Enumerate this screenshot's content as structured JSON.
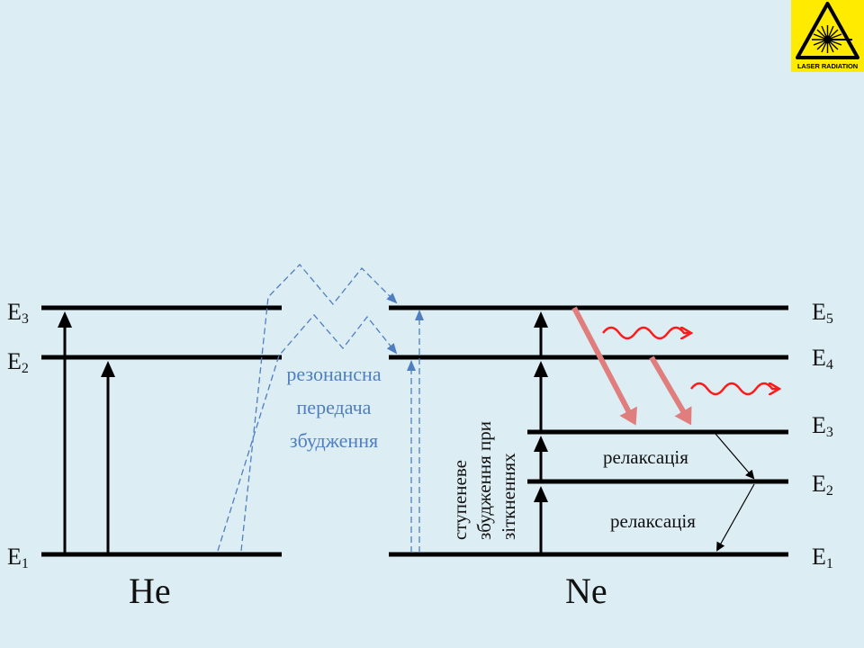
{
  "he_levels": [
    {
      "main": "E",
      "sub": "3"
    },
    {
      "main": "E",
      "sub": "2"
    },
    {
      "main": "E",
      "sub": "1"
    }
  ],
  "ne_levels": [
    {
      "main": "E",
      "sub": "5"
    },
    {
      "main": "E",
      "sub": "4"
    },
    {
      "main": "E",
      "sub": "3"
    },
    {
      "main": "E",
      "sub": "2"
    },
    {
      "main": "E",
      "sub": "1"
    }
  ],
  "atoms": {
    "left": "He",
    "right": "Ne"
  },
  "resonant_transfer": [
    "резонансна",
    "передача",
    "збудження"
  ],
  "stepwise_excitation": [
    "ступеневе",
    "збудження при",
    "зіткненнях"
  ],
  "relaxation_upper": "релаксація",
  "relaxation_lower": "релаксація",
  "badge": {
    "label": "LASER RADIATION",
    "icon": "laser-warning-icon"
  },
  "colors": {
    "background": "#dcedf4",
    "levels": "#000000",
    "transfer": "#4f7fc0",
    "emission": "#e07d7d",
    "photon": "#ff1a1a",
    "badge": "#ffeb00"
  }
}
